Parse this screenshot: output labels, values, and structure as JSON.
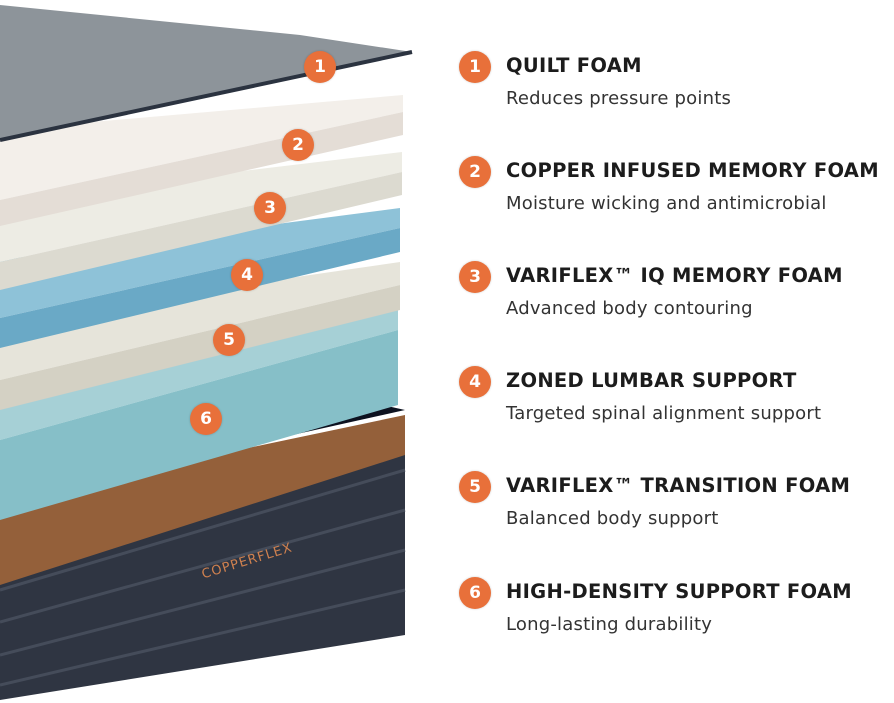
{
  "colors": {
    "badge": "#E8703A",
    "title": "#1c1c1c",
    "description": "#333333"
  },
  "diagram": {
    "logo": "COPPERFLEX",
    "badges": [
      "1",
      "2",
      "3",
      "4",
      "5",
      "6"
    ]
  },
  "layers": [
    {
      "number": "1",
      "title": "QUILT FOAM",
      "description": "Reduces pressure points"
    },
    {
      "number": "2",
      "title": "COPPER INFUSED MEMORY FOAM",
      "description": "Moisture wicking and antimicrobial"
    },
    {
      "number": "3",
      "title": "VARIFLEX™ IQ MEMORY FOAM",
      "description": "Advanced body contouring"
    },
    {
      "number": "4",
      "title": "ZONED LUMBAR SUPPORT",
      "description": "Targeted spinal alignment support"
    },
    {
      "number": "5",
      "title": "VARIFLEX™ TRANSITION FOAM",
      "description": "Balanced body support"
    },
    {
      "number": "6",
      "title": "HIGH-DENSITY SUPPORT FOAM",
      "description": "Long-lasting durability"
    }
  ]
}
